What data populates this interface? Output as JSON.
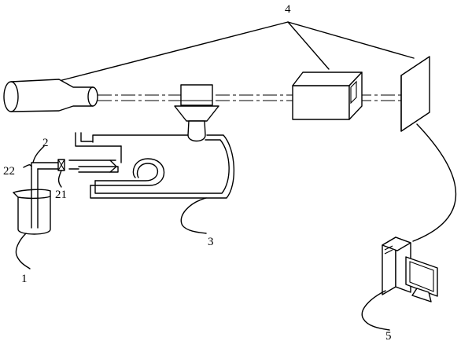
{
  "labels": {
    "camera_array": "4",
    "beaker": "1",
    "tube": "2",
    "valve": "21",
    "inlet_pipe": "22",
    "vessel": "3",
    "computer": "5"
  }
}
